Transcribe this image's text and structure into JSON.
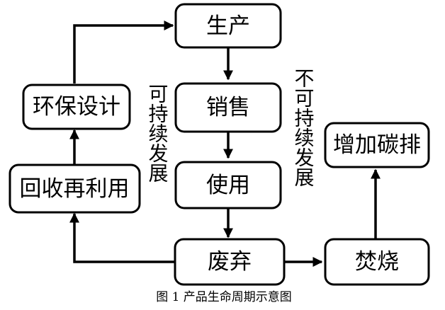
{
  "nodes": {
    "production": "生产",
    "sales": "销售",
    "use": "使用",
    "discard": "废弃",
    "eco_design": "环保设计",
    "recycle": "回收再利用",
    "incinerate": "焚烧",
    "emission": "增加碳排"
  },
  "labels": {
    "sustainable": "可持续发展",
    "unsustainable": "不可持续发展"
  },
  "caption": "图 1  产品生命周期示意图"
}
